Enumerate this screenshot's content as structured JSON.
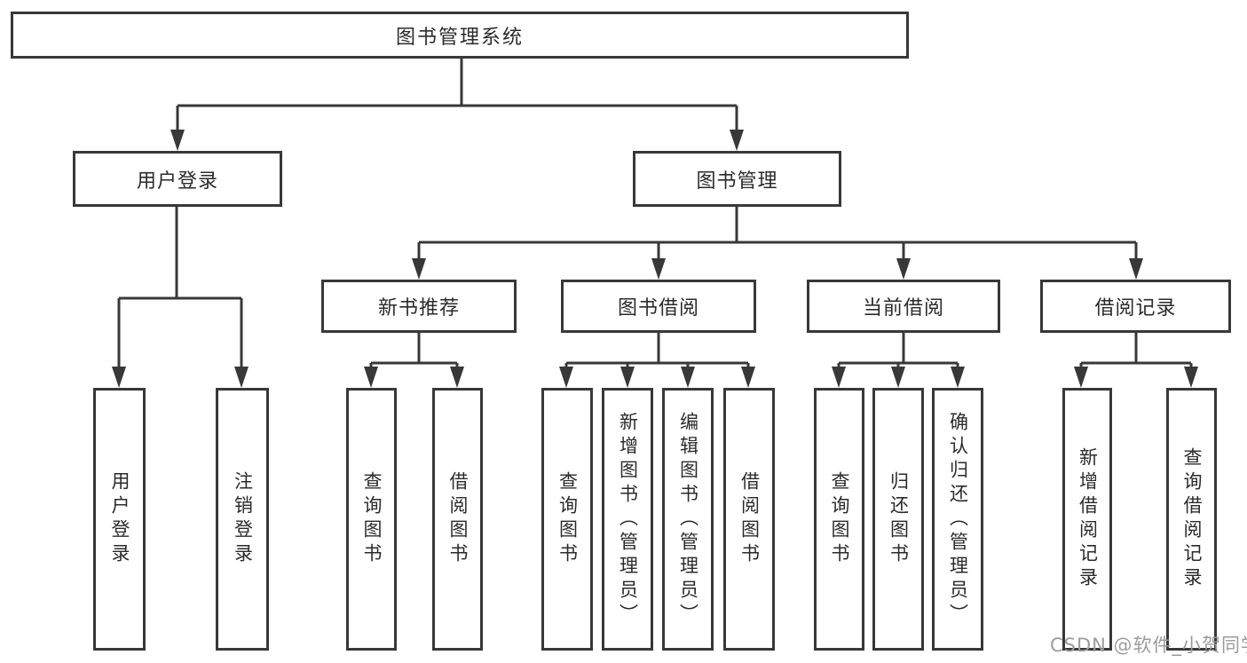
{
  "tree": {
    "root": {
      "label": "图书管理系统"
    },
    "branches": [
      {
        "label": "用户登录",
        "children": [
          {
            "label": "用户登录"
          },
          {
            "label": "注销登录"
          }
        ]
      },
      {
        "label": "图书管理",
        "groups": [
          {
            "label": "新书推荐",
            "children": [
              {
                "label": "查询图书"
              },
              {
                "label": "借阅图书"
              }
            ]
          },
          {
            "label": "图书借阅",
            "children": [
              {
                "label": "查询图书"
              },
              {
                "label": "新增图书（管理员）"
              },
              {
                "label": "编辑图书（管理员）"
              },
              {
                "label": "借阅图书"
              }
            ]
          },
          {
            "label": "当前借阅",
            "children": [
              {
                "label": "查询图书"
              },
              {
                "label": "归还图书"
              },
              {
                "label": "确认归还（管理员）"
              }
            ]
          },
          {
            "label": "借阅记录",
            "children": [
              {
                "label": "新增借阅记录"
              },
              {
                "label": "查询借阅记录"
              }
            ]
          }
        ]
      }
    ]
  },
  "watermark": {
    "text": "CSDN @软件_小贺同学"
  },
  "colors": {
    "line": "#383838",
    "text": "#2b2b2b",
    "watermark": "#9c9c9c",
    "background": "#ffffff"
  }
}
